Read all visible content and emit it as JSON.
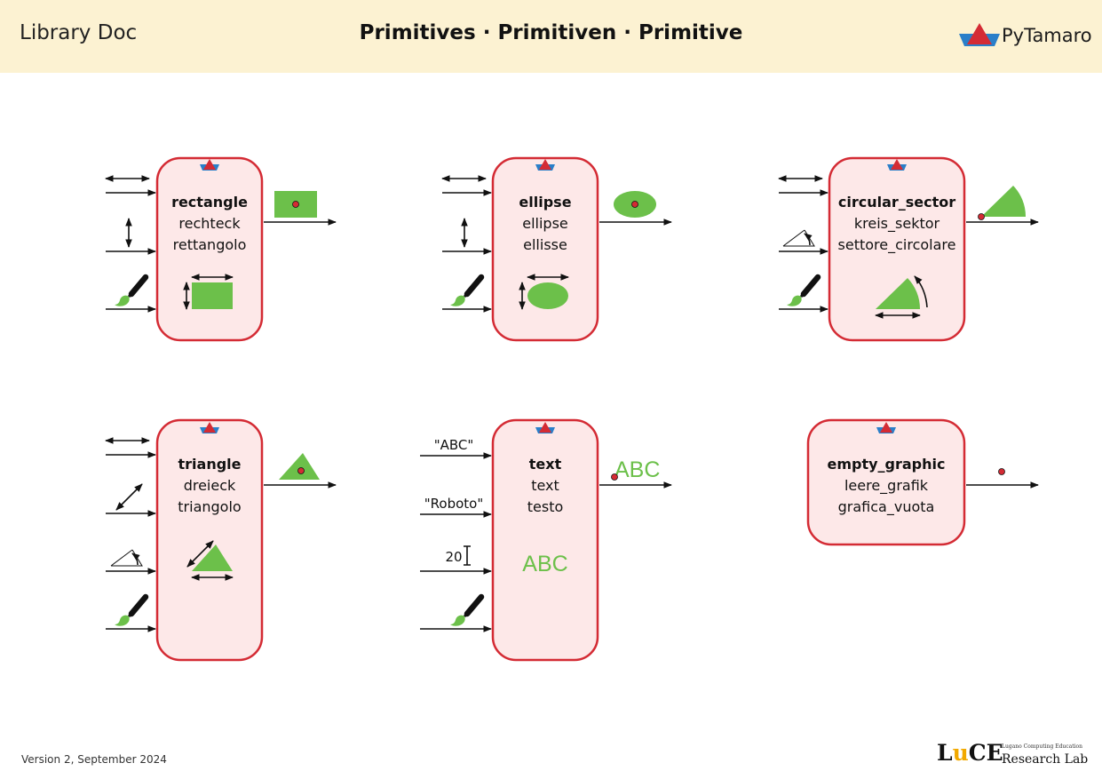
{
  "header": {
    "left_label": "Library Doc",
    "title": "Primitives · Primitiven · Primitive",
    "logo_text": "PyTamaro",
    "logo_icon": "pytamaro-logo-icon"
  },
  "footer": {
    "version": "Version 2, September 2024",
    "lab_word_l": "L",
    "lab_word_u": "u",
    "lab_word_ce": "CE",
    "lab_small": "Lugano Computing Education",
    "lab_big": "Research Lab"
  },
  "colors": {
    "accent": "#d42b34",
    "box_fill": "#fde8e8",
    "graphic_green": "#6cc04a",
    "header_bg": "#fcf2d2"
  },
  "primitives": [
    {
      "name": "rectangle",
      "de": "rechteck",
      "it": "rettangolo"
    },
    {
      "name": "ellipse",
      "de": "ellipse",
      "it": "ellisse"
    },
    {
      "name": "circular_sector",
      "de": "kreis_sektor",
      "it": "settore_circolare"
    },
    {
      "name": "triangle",
      "de": "dreieck",
      "it": "triangolo"
    },
    {
      "name": "text",
      "de": "text",
      "it": "testo",
      "inputs": [
        "\"ABC\"",
        "\"Roboto\"",
        "20"
      ],
      "sample": "ABC",
      "output_sample": "ABC"
    },
    {
      "name": "empty_graphic",
      "de": "leere_grafik",
      "it": "grafica_vuota"
    }
  ]
}
